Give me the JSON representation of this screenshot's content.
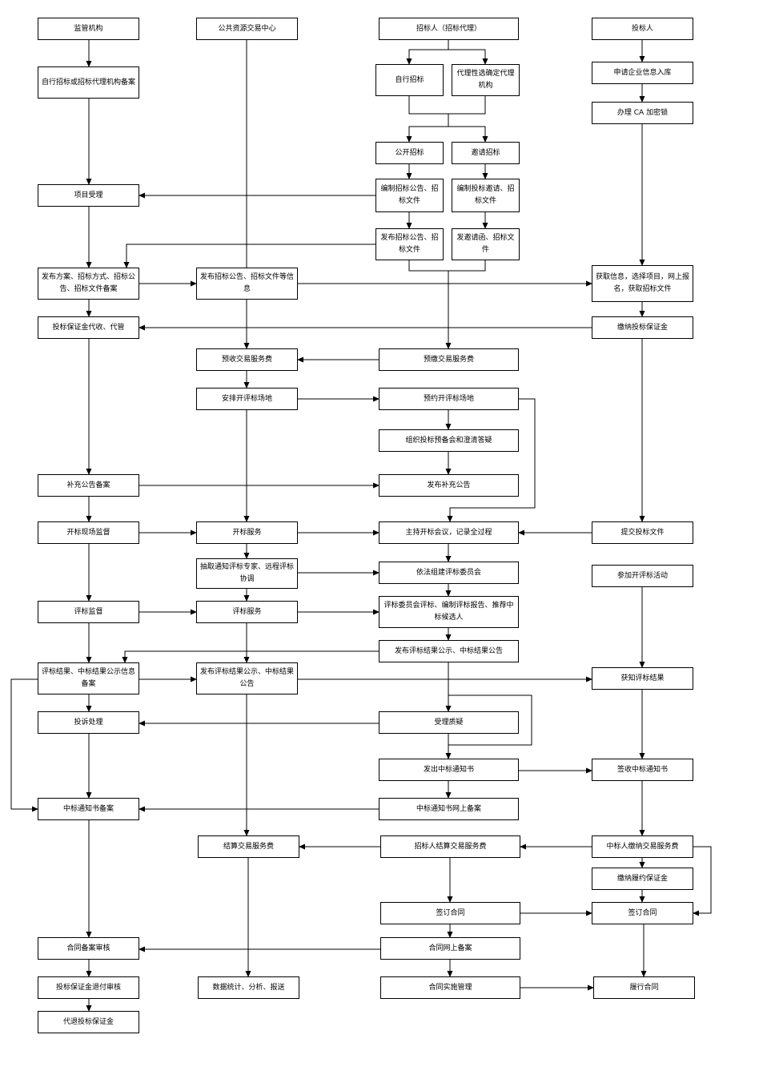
{
  "columns": {
    "supervision": "监管机构",
    "trading_center": "公共资源交易中心",
    "tenderer": "招标人（招标代理）",
    "bidder": "投标人"
  },
  "nodes": {
    "self_record": "自行招标或招标代理机构备案",
    "self_tender": "自行招标",
    "agent_select": "代理性选确定代理机构",
    "open_tender": "公开招标",
    "invite_tender": "邀请招标",
    "project_accept": "项目受理",
    "compile_notice": "编制招标公告、招标文件",
    "compile_invite": "编制投标邀请、招标文件",
    "release_notice": "发布招标公告、招标文件",
    "send_invite": "发邀请函、招标文件",
    "enterprise_lib": "申请企业信息入库",
    "ca_lock": "办理 CA 加密锁",
    "plan_record": "发布方案、招标方式、招标公告、招标文件备案",
    "center_publish": "发布招标公告、招标文件等信息",
    "get_info": "获取信息，选择项目，网上报名，获取招标文件",
    "deposit_manage": "投标保证金代收、代管",
    "pay_deposit": "缴纳投标保证金",
    "precollect_fee": "预收交易服务费",
    "prepay_fee": "预缴交易服务费",
    "arrange_site": "安排开评标场地",
    "reserve_site": "预约开评标场地",
    "pre_bid_meeting": "组织投标预备会和澄清答疑",
    "supplement_record": "补充公告备案",
    "supplement_publish": "发布补充公告",
    "open_supervise": "开标现场监督",
    "open_service": "开标服务",
    "host_open": "主持开标会议，记录全过程",
    "submit_bid": "提交投标文件",
    "draw_experts": "抽取通知评标专家、远程评标协调",
    "form_committee": "依法组建评标委员会",
    "attend_eval": "参加开评标活动",
    "eval_supervise": "评标监督",
    "eval_service": "评标服务",
    "committee_eval": "评标委员会评标、编制评标报告、推荐中标候选人",
    "publish_results": "发布评标结果公示、中标结果公告",
    "result_record": "评标结果、中标结果公示信息备案",
    "center_result": "发布评标结果公示、中标结果公告",
    "know_result": "获知评标结果",
    "complaint": "投诉处理",
    "accept_query": "受理质疑",
    "issue_award": "发出中标通知书",
    "sign_award": "签收中标通知书",
    "award_record": "中标通知书备案",
    "award_online": "中标通知书网上备案",
    "settle_fee": "结算交易服务费",
    "tenderer_settle": "招标人结算交易服务费",
    "winner_pay": "中标人缴纳交易服务费",
    "perf_bond": "缴纳履约保证金",
    "sign_contract_t": "签订合同",
    "sign_contract_b": "签订合同",
    "contract_review": "合同备案审核",
    "contract_online": "合同网上备案",
    "refund_review": "投标保证金退付审核",
    "statistics": "数据统计、分析、报送",
    "contract_manage": "合同实施管理",
    "perform": "履行合同",
    "refund": "代退投标保证金"
  }
}
